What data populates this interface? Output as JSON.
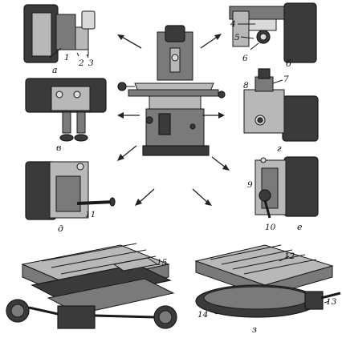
{
  "panels": {
    "a": {
      "letter": "а",
      "parts": [
        "1",
        "2",
        "3"
      ]
    },
    "b": {
      "letter": "б",
      "parts": [
        "4",
        "5",
        "6"
      ]
    },
    "v": {
      "letter": "в"
    },
    "g": {
      "letter": "г",
      "parts": [
        "7",
        "8"
      ]
    },
    "d": {
      "letter": "д",
      "parts": [
        "11"
      ]
    },
    "e": {
      "letter": "е",
      "parts": [
        "9",
        "10"
      ]
    },
    "z": {
      "letter": "з",
      "parts": [
        "12",
        "13",
        "14"
      ]
    },
    "table_left": {
      "parts": [
        "15"
      ]
    }
  }
}
